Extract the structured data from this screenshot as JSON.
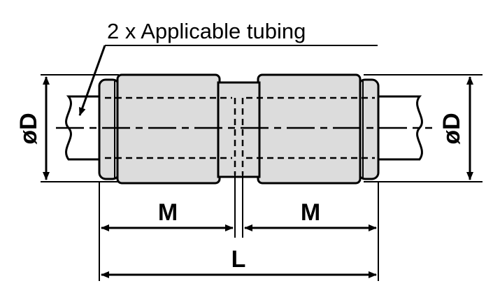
{
  "callout_label": "2 x Applicable tubing",
  "dimensions": {
    "diameter_left": "øD",
    "diameter_right": "øD",
    "length_left": "M",
    "length_right": "M",
    "overall_length": "L"
  }
}
